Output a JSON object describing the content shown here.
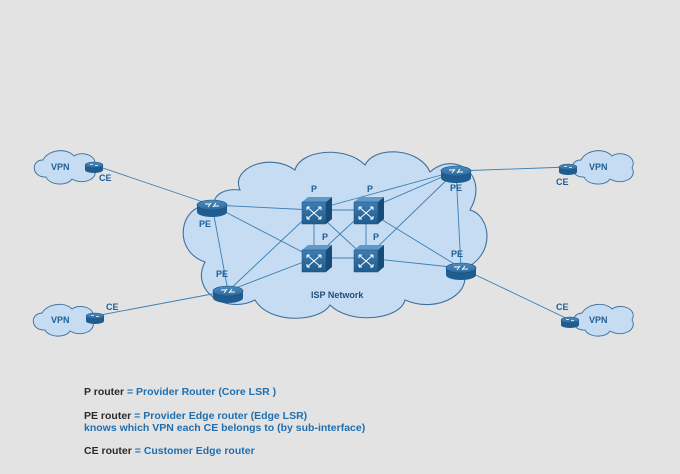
{
  "diagram": {
    "cloud_label": "ISP Network",
    "p_label": "P",
    "pe_label": "PE",
    "ce_label": "CE",
    "vpn_label": "VPN"
  },
  "legend": {
    "p": {
      "term": "P router",
      "eq": " = ",
      "def": "Provider Router (Core LSR )"
    },
    "pe": {
      "term": "PE router",
      "eq": " = ",
      "def": "Provider Edge router (Edge LSR)",
      "note": "knows which VPN each CE belongs to (by sub-interface)"
    },
    "ce": {
      "term": "CE router",
      "eq": " = ",
      "def": "Customer Edge router"
    }
  },
  "colors": {
    "background": "#e3e3e3",
    "cloud_fill": "#c6dcf2",
    "cloud_stroke": "#3e6f9e",
    "router": "#2b6a9e",
    "text_blue": "#1f6fb0"
  }
}
